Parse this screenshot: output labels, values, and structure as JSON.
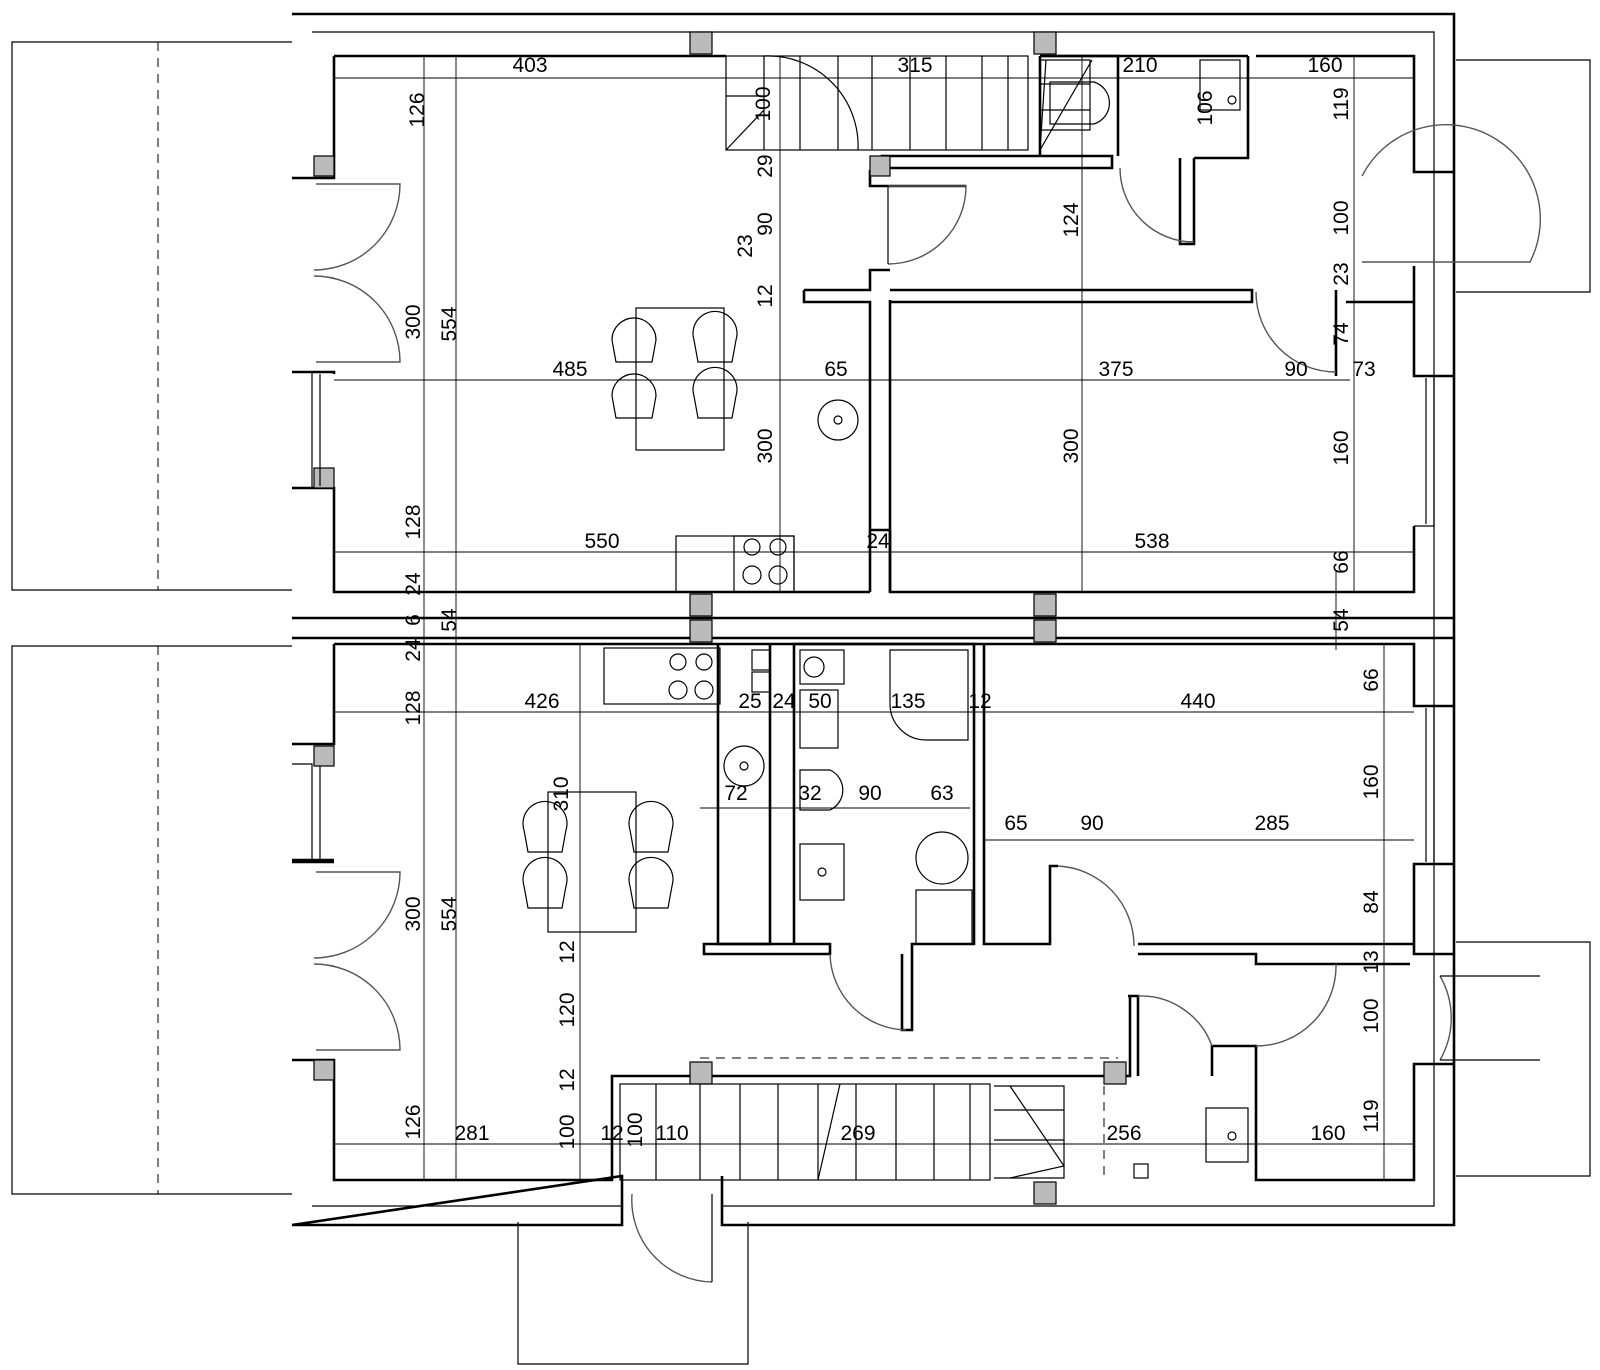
{
  "drawing": {
    "kind": "floor-plan",
    "units": "cm"
  },
  "dimension_labels": [
    {
      "id": "d403",
      "text": "403"
    },
    {
      "id": "d315",
      "text": "315"
    },
    {
      "id": "d210",
      "text": "210"
    },
    {
      "id": "d160_top",
      "text": "160"
    },
    {
      "id": "d126_top",
      "text": "126"
    },
    {
      "id": "d100_stair",
      "text": "100"
    },
    {
      "id": "d106",
      "text": "106"
    },
    {
      "id": "d119_top",
      "text": "119"
    },
    {
      "id": "d29",
      "text": "29"
    },
    {
      "id": "d124",
      "text": "124"
    },
    {
      "id": "d90_v",
      "text": "90"
    },
    {
      "id": "d23_v",
      "text": "23"
    },
    {
      "id": "d100_door_top",
      "text": "100"
    },
    {
      "id": "d12_v_top",
      "text": "12"
    },
    {
      "id": "d23_right",
      "text": "23"
    },
    {
      "id": "d74",
      "text": "74"
    },
    {
      "id": "d300_left_top",
      "text": "300"
    },
    {
      "id": "d554_top",
      "text": "554"
    },
    {
      "id": "d485",
      "text": "485"
    },
    {
      "id": "d65_top",
      "text": "65"
    },
    {
      "id": "d375",
      "text": "375"
    },
    {
      "id": "d90_top",
      "text": "90"
    },
    {
      "id": "d73",
      "text": "73"
    },
    {
      "id": "d300_mid",
      "text": "300"
    },
    {
      "id": "d300_right_top",
      "text": "300"
    },
    {
      "id": "d160_right_top",
      "text": "160"
    },
    {
      "id": "d128_top",
      "text": "128"
    },
    {
      "id": "d550",
      "text": "550"
    },
    {
      "id": "d24_mid",
      "text": "24"
    },
    {
      "id": "d538",
      "text": "538"
    },
    {
      "id": "d66_top",
      "text": "66"
    },
    {
      "id": "d24_a",
      "text": "24"
    },
    {
      "id": "d6",
      "text": "6"
    },
    {
      "id": "d54_left",
      "text": "54"
    },
    {
      "id": "d54_right",
      "text": "54"
    },
    {
      "id": "d24_b",
      "text": "24"
    },
    {
      "id": "d128_bot",
      "text": "128"
    },
    {
      "id": "d426",
      "text": "426"
    },
    {
      "id": "d25",
      "text": "25"
    },
    {
      "id": "d24_c",
      "text": "24"
    },
    {
      "id": "d50",
      "text": "50"
    },
    {
      "id": "d135",
      "text": "135"
    },
    {
      "id": "d12_c",
      "text": "12"
    },
    {
      "id": "d440",
      "text": "440"
    },
    {
      "id": "d66_bot",
      "text": "66"
    },
    {
      "id": "d310",
      "text": "310"
    },
    {
      "id": "d72",
      "text": "72"
    },
    {
      "id": "d32",
      "text": "32"
    },
    {
      "id": "d90_bath",
      "text": "90"
    },
    {
      "id": "d63",
      "text": "63"
    },
    {
      "id": "d160_right_bot",
      "text": "160"
    },
    {
      "id": "d65_bot",
      "text": "65"
    },
    {
      "id": "d90_bot",
      "text": "90"
    },
    {
      "id": "d285",
      "text": "285"
    },
    {
      "id": "d300_left_bot",
      "text": "300"
    },
    {
      "id": "d554_bot",
      "text": "554"
    },
    {
      "id": "d84",
      "text": "84"
    },
    {
      "id": "d12_d",
      "text": "12"
    },
    {
      "id": "d13",
      "text": "13"
    },
    {
      "id": "d120",
      "text": "120"
    },
    {
      "id": "d100_door_bot",
      "text": "100"
    },
    {
      "id": "d12_e",
      "text": "12"
    },
    {
      "id": "d126_bot",
      "text": "126"
    },
    {
      "id": "d281",
      "text": "281"
    },
    {
      "id": "d100_a",
      "text": "100"
    },
    {
      "id": "d12_f",
      "text": "12"
    },
    {
      "id": "d100_b",
      "text": "100"
    },
    {
      "id": "d110",
      "text": "110"
    },
    {
      "id": "d269",
      "text": "269"
    },
    {
      "id": "d256",
      "text": "256"
    },
    {
      "id": "d160_bot",
      "text": "160"
    },
    {
      "id": "d119_bot",
      "text": "119"
    }
  ]
}
